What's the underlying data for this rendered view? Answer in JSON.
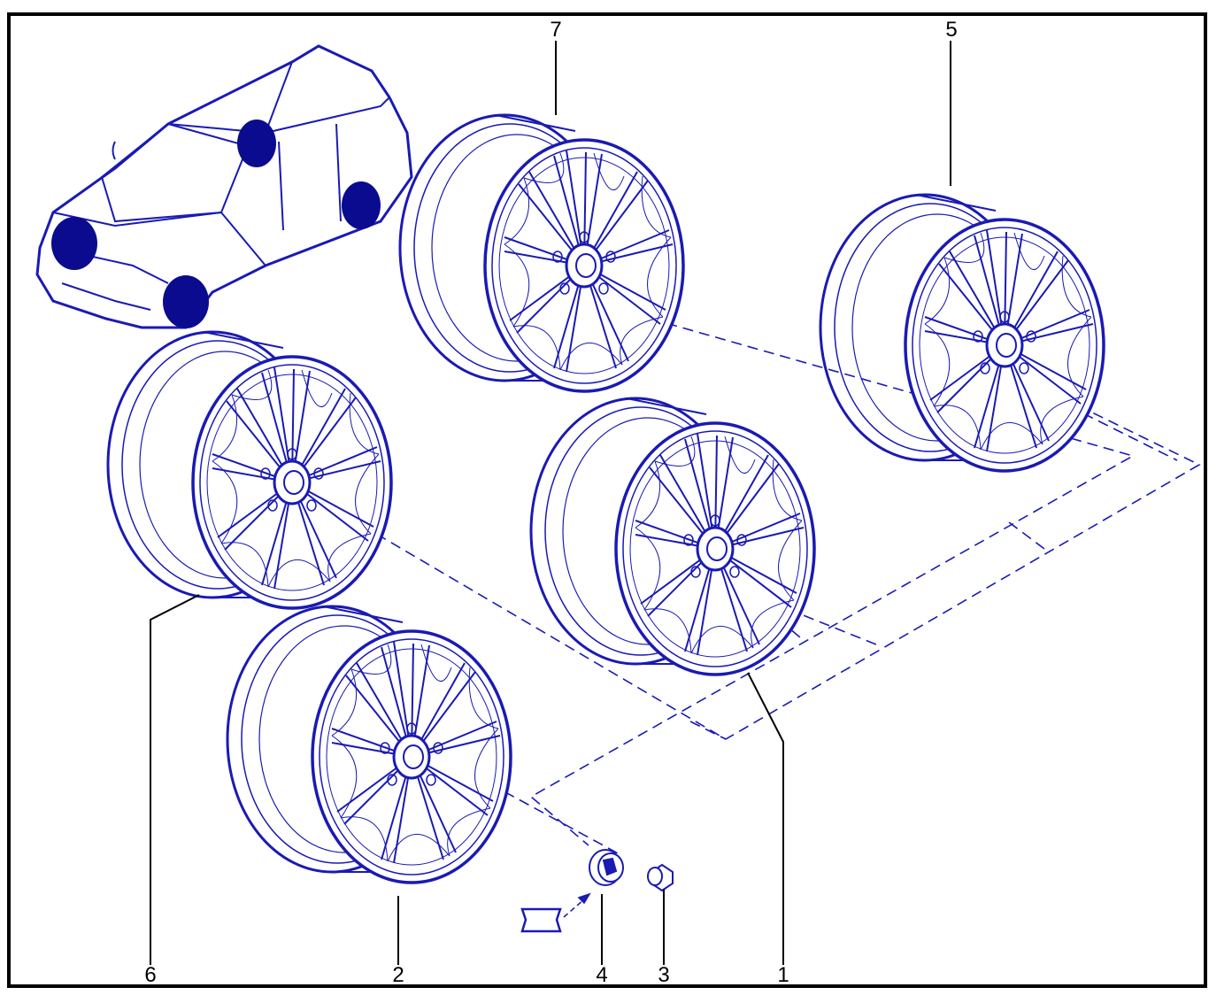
{
  "diagram": {
    "line_color": "#1a1ab4",
    "highlight_color": "#0b0b8f",
    "frame_color": "#000000",
    "callouts": {
      "c1": "1",
      "c2": "2",
      "c3": "3",
      "c4": "4",
      "c5": "5",
      "c6": "6",
      "c7": "7"
    },
    "parts": {
      "vehicle": "suv-vehicle-illustration",
      "wheel_1": "alloy-wheel",
      "wheel_2": "alloy-wheel",
      "wheel_5": "alloy-wheel",
      "wheel_6": "alloy-wheel",
      "wheel_7": "alloy-wheel",
      "part_3": "wheel-nut-icon",
      "part_4": "center-cap-icon",
      "part_4_label": "emblem-label-icon"
    }
  }
}
